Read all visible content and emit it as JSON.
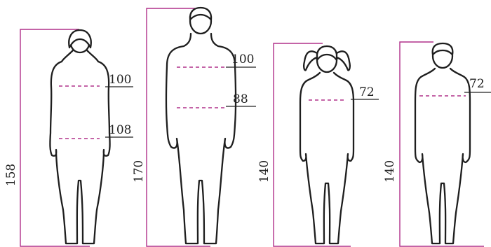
{
  "figures": [
    {
      "height": "158",
      "measure_top": "100",
      "measure_bottom": "108"
    },
    {
      "height": "170",
      "measure_top": "100",
      "measure_bottom": "88"
    },
    {
      "height": "140",
      "measure_top": "72"
    },
    {
      "height": "140",
      "measure_top": "72"
    }
  ],
  "colors": {
    "outline": "#1e1e1e",
    "measure_line": "#b0308a",
    "label": "#222222"
  }
}
